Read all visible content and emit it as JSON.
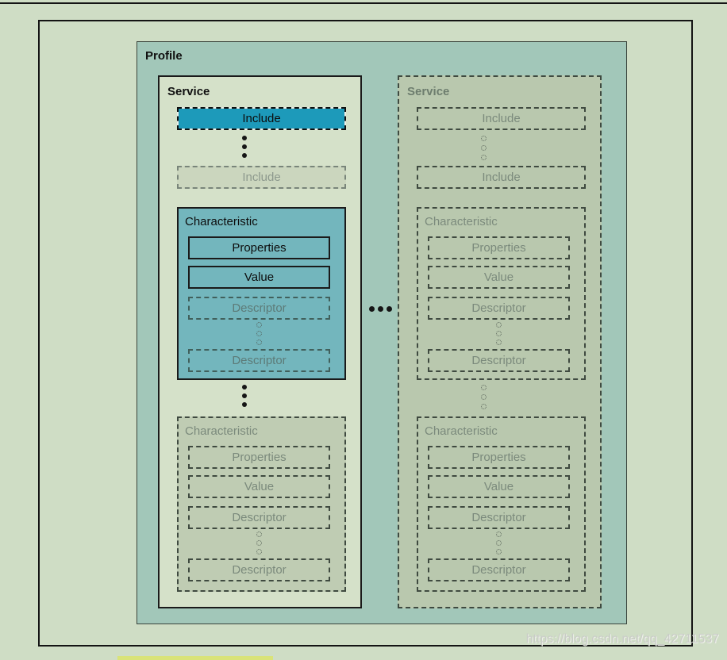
{
  "colors": {
    "page_bg": "#cfddc5",
    "profile_fill": "#a2c7b9",
    "service_active_fill": "#d5e1c9",
    "service_inactive_fill": "#b9c8ae",
    "include_active_fill": "#1d9aba",
    "include_inactive_fill": "#cbd6be",
    "characteristic_active_fill": "#73b6bd",
    "characteristic_inactive_fill": "#bfccb3",
    "gray_border": "#79857a",
    "dark_dash_border": "#3f4a40",
    "gray_text": "#7b8a7c",
    "gray_text_light": "#8d998d",
    "gray_text_service": "#6d7d6e",
    "active_descriptor_text": "#5d7b78",
    "active_descriptor_border": "#41605c",
    "highlight_bar": "#d9e379"
  },
  "profile": {
    "label": "Profile"
  },
  "services": [
    {
      "label": "Service",
      "includes": [
        {
          "label": "Include"
        },
        {
          "label": "Include"
        }
      ],
      "characteristics": [
        {
          "label": "Characteristic",
          "properties_label": "Properties",
          "value_label": "Value",
          "descriptors": [
            {
              "label": "Descriptor"
            },
            {
              "label": "Descriptor"
            }
          ]
        },
        {
          "label": "Characteristic",
          "properties_label": "Properties",
          "value_label": "Value",
          "descriptors": [
            {
              "label": "Descriptor"
            },
            {
              "label": "Descriptor"
            }
          ]
        }
      ]
    },
    {
      "label": "Service",
      "includes": [
        {
          "label": "Include"
        },
        {
          "label": "Include"
        }
      ],
      "characteristics": [
        {
          "label": "Characteristic",
          "properties_label": "Properties",
          "value_label": "Value",
          "descriptors": [
            {
              "label": "Descriptor"
            },
            {
              "label": "Descriptor"
            }
          ]
        },
        {
          "label": "Characteristic",
          "properties_label": "Properties",
          "value_label": "Value",
          "descriptors": [
            {
              "label": "Descriptor"
            },
            {
              "label": "Descriptor"
            }
          ]
        }
      ]
    }
  ],
  "watermark": {
    "text": "https://blog.csdn.net/qq_42711537"
  }
}
